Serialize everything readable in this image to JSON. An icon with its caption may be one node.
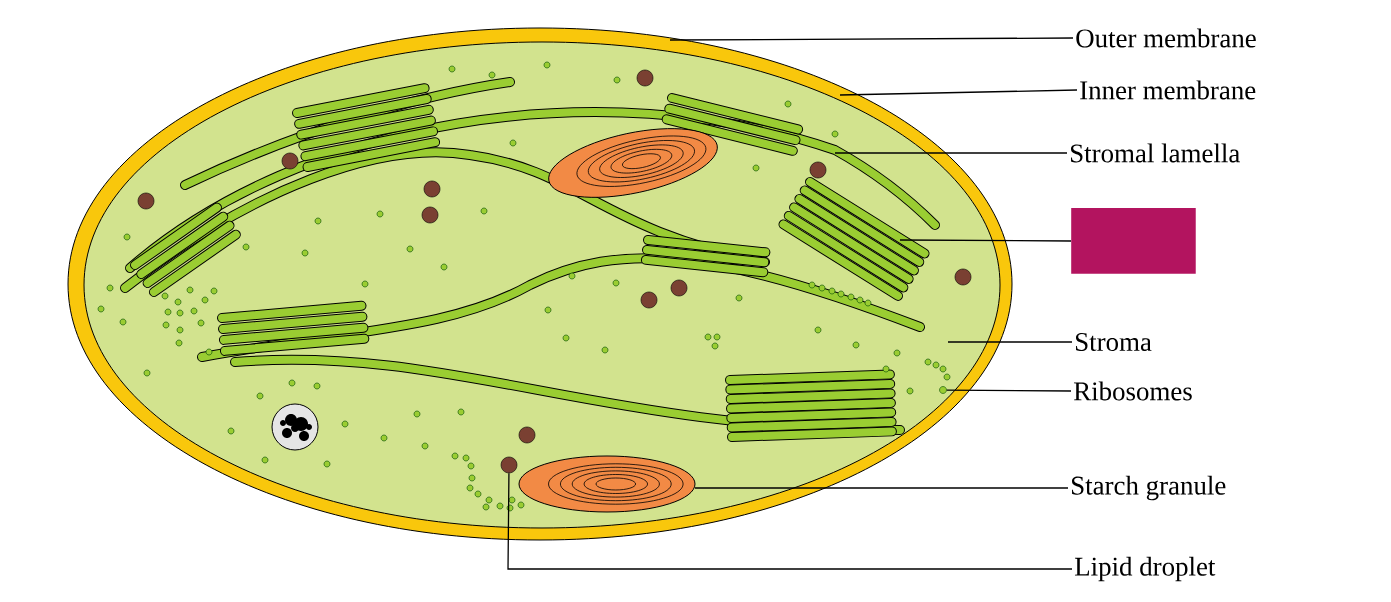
{
  "diagram": {
    "nodes": [
      {
        "text": [
          "Outer membrane"
        ]
      },
      {
        "text": [
          "Inner membrane"
        ]
      },
      {
        "text": [
          "Stromal lamella"
        ]
      },
      {
        "text": [],
        "shape": "box"
      },
      {
        "text": [
          "Stroma"
        ]
      },
      {
        "text": [
          "Ribosomes"
        ]
      },
      {
        "text": [
          "Starch granule"
        ]
      },
      {
        "text": [
          "Lipid droplet"
        ]
      },
      {
        "text": [],
        "shape": "circle"
      },
      {
        "text": [],
        "shape": "circle"
      }
    ],
    "edges": [
      {
        "from": 0,
        "to": null,
        "arrow": "none"
      },
      {
        "from": 1,
        "to": null,
        "arrow": "none"
      },
      {
        "from": 2,
        "to": null,
        "arrow": "none"
      },
      {
        "from": 3,
        "to": null,
        "arrow": "none"
      },
      {
        "from": 4,
        "to": null,
        "arrow": "none"
      },
      {
        "from": 5,
        "to": 8,
        "arrow": "none"
      },
      {
        "from": 6,
        "to": null,
        "arrow": "none"
      },
      {
        "from": 7,
        "to": 9,
        "arrow": "none"
      }
    ]
  }
}
